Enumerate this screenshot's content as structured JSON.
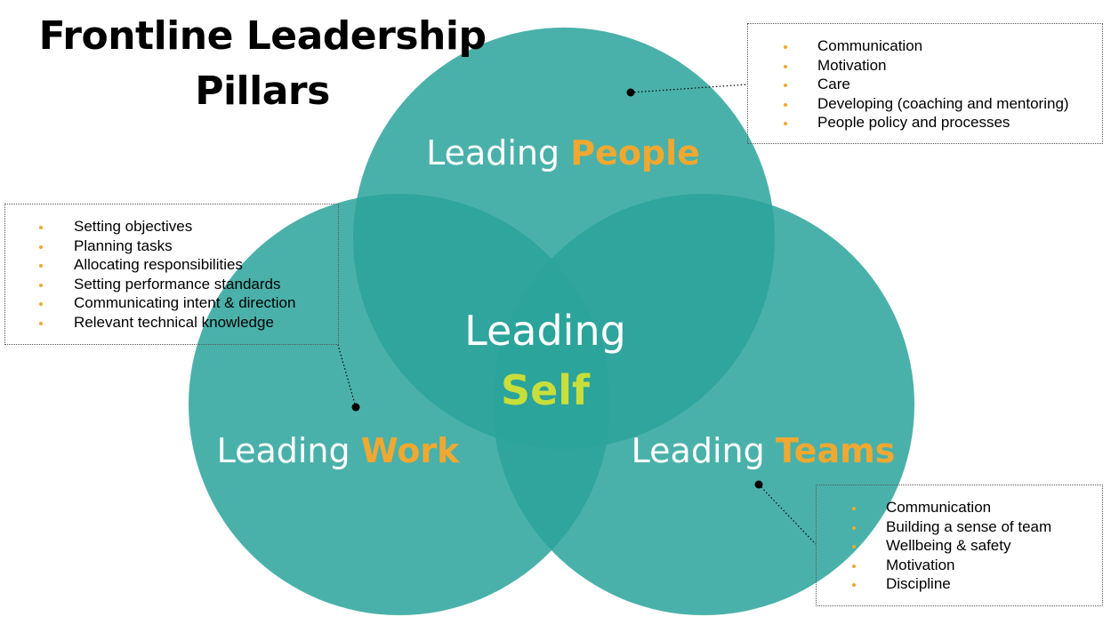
{
  "title": {
    "line1": "Frontline Leadership",
    "line2": "Pillars"
  },
  "circles": {
    "people": {
      "prefix": "Leading ",
      "highlight": "People"
    },
    "work": {
      "prefix": "Leading ",
      "highlight": "Work"
    },
    "teams": {
      "prefix": "Leading ",
      "highlight": "Teams"
    },
    "self": {
      "prefix": "Leading",
      "highlight": "Self"
    }
  },
  "callouts": {
    "people": {
      "items": [
        "Communication",
        "Motivation",
        "Care",
        "Developing (coaching and mentoring)",
        "People policy and processes"
      ]
    },
    "work": {
      "items": [
        "Setting objectives",
        "Planning tasks",
        "Allocating responsibilities",
        "Setting performance standards",
        "Communicating intent & direction",
        "Relevant technical knowledge"
      ]
    },
    "teams": {
      "items": [
        "Communication",
        "Building a sense of team",
        "Wellbeing & safety",
        "Motivation",
        "Discipline"
      ]
    }
  },
  "colors": {
    "circle_fill": "#2aa39b",
    "circle_text": "#ffffff",
    "highlight_orange": "#f0a830",
    "highlight_self": "#c8de3a",
    "bullet": "#f0a830",
    "connector": "#000000"
  }
}
